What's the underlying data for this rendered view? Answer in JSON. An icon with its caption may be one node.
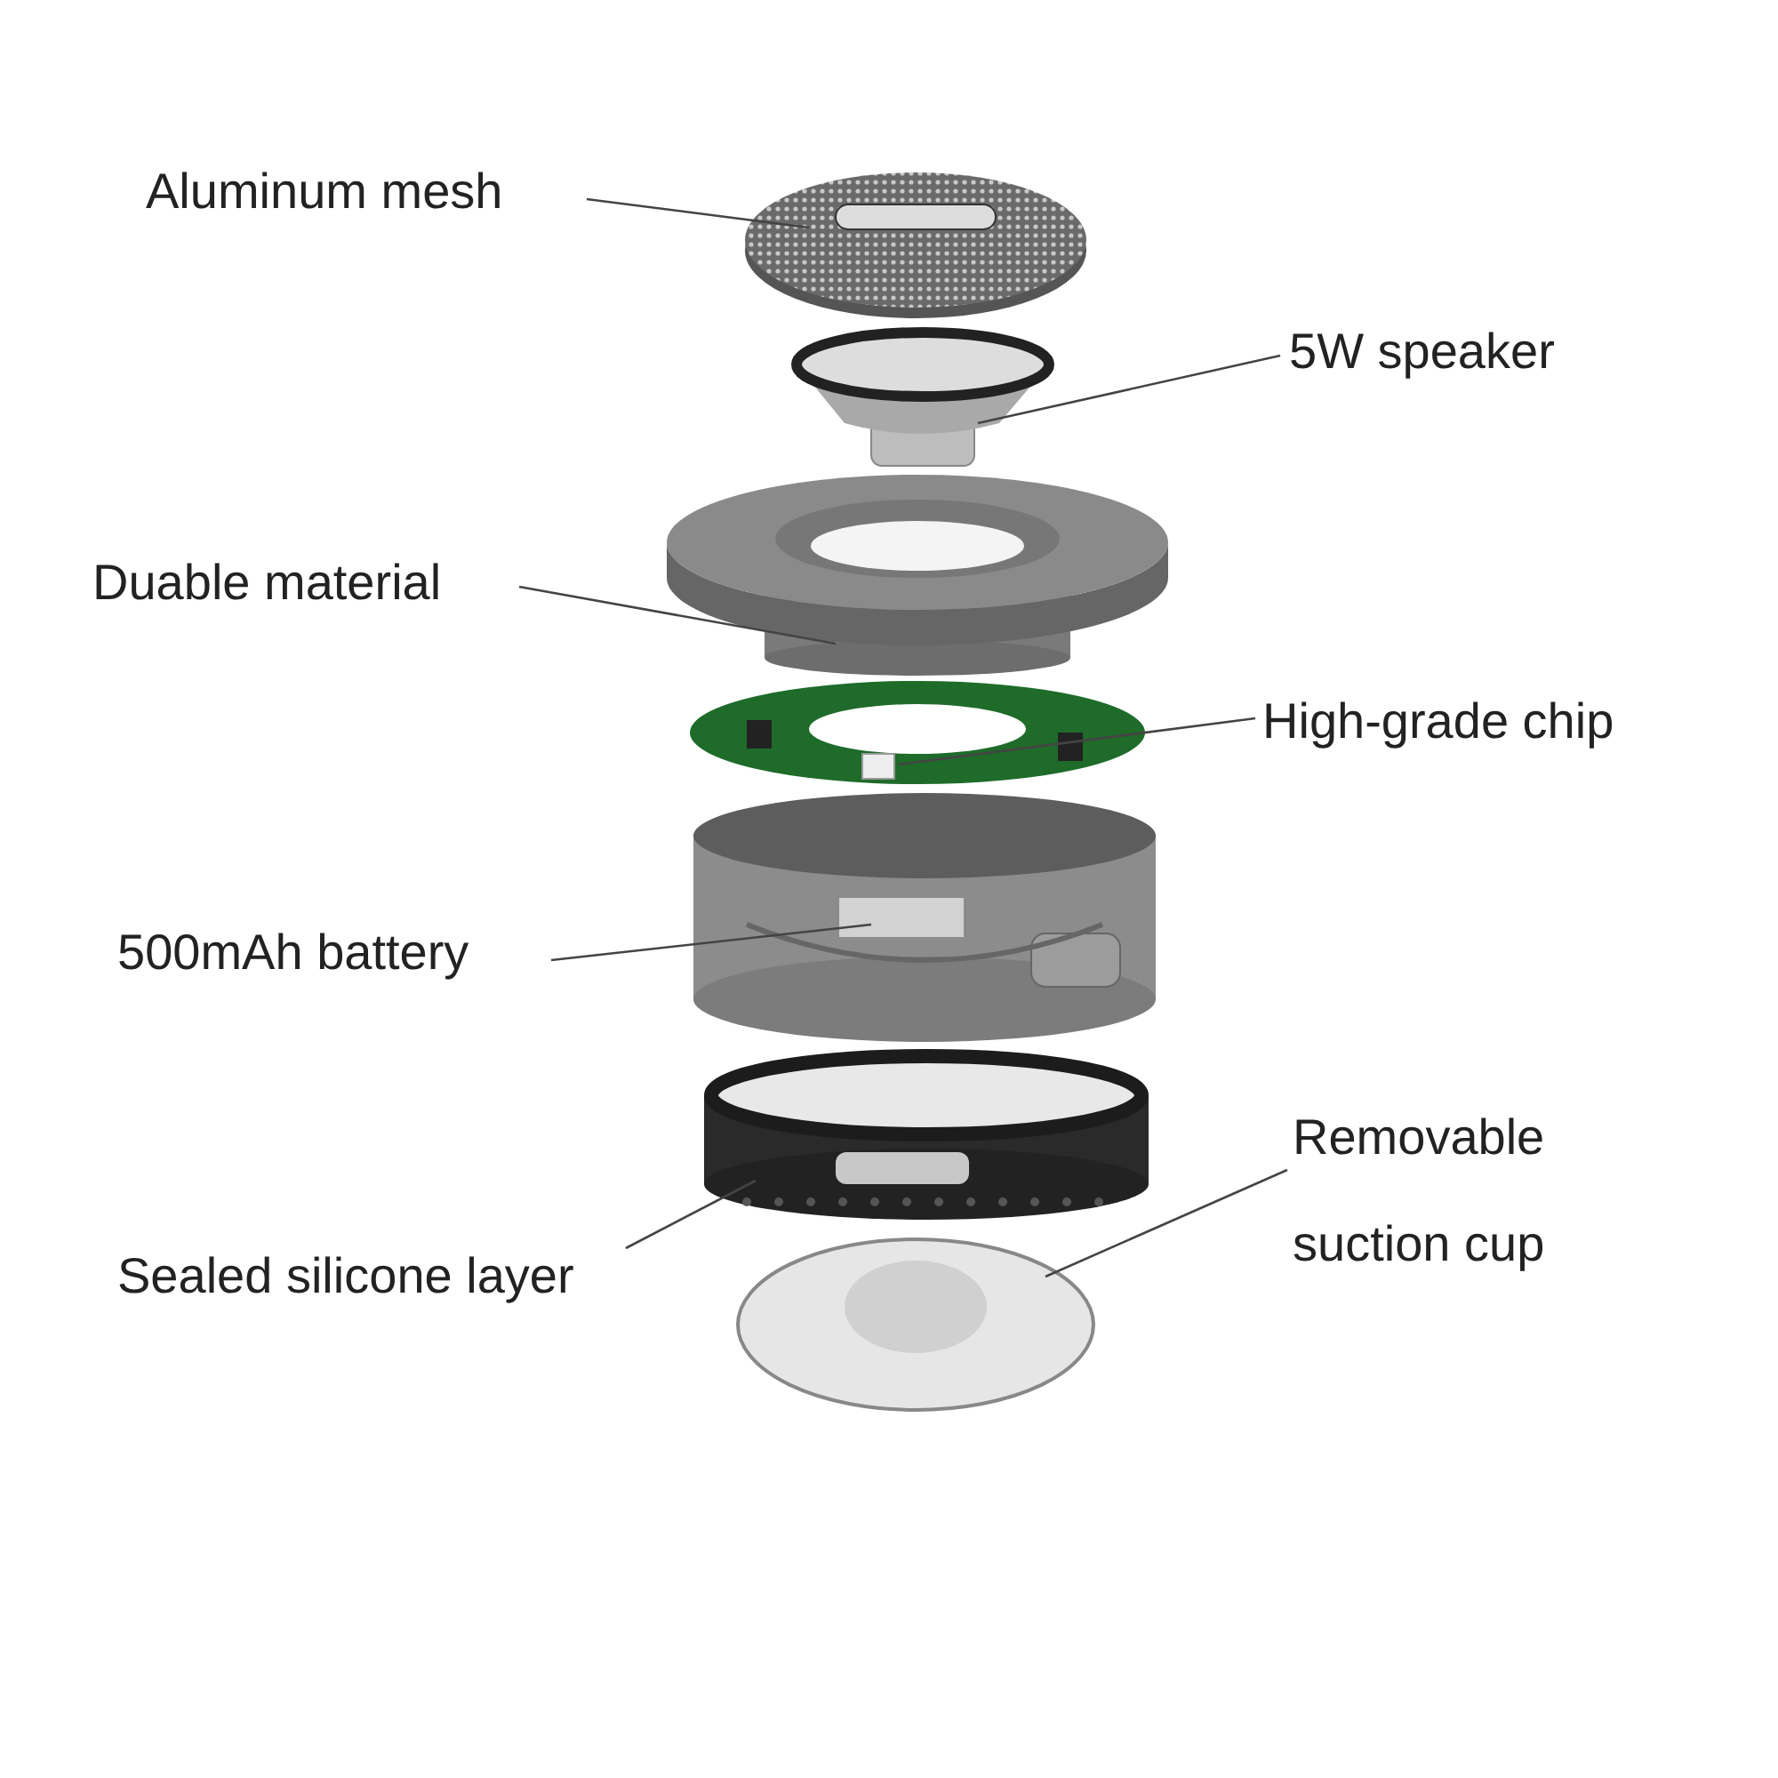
{
  "diagram": {
    "nodes": [
      {
        "text": [
          "Aluminum mesh"
        ]
      },
      {
        "text": [],
        "shape": "picture"
      },
      {
        "text": [
          "5W speaker"
        ]
      },
      {
        "text": [],
        "shape": "picture"
      },
      {
        "text": [
          "Duable material"
        ]
      },
      {
        "text": [],
        "shape": "picture"
      },
      {
        "text": [
          "High-grade chip"
        ]
      },
      {
        "text": [],
        "shape": "picture"
      },
      {
        "text": [
          "500mAh battery"
        ]
      },
      {
        "text": [],
        "shape": "picture"
      },
      {
        "text": [
          "Removable suction cup"
        ]
      },
      {
        "text": [
          "Sealed silicone layer"
        ]
      },
      {
        "text": [],
        "shape": "picture"
      },
      {
        "text": [],
        "shape": "picture"
      }
    ],
    "edges": [
      {
        "from": 0,
        "to": 1,
        "arrow": "none"
      },
      {
        "from": 2,
        "to": 3,
        "arrow": "none"
      },
      {
        "from": 4,
        "to": 5,
        "arrow": "none"
      },
      {
        "from": 6,
        "to": 7,
        "arrow": "none"
      },
      {
        "from": 8,
        "to": 9,
        "arrow": "none"
      },
      {
        "from": 10,
        "to": 13,
        "arrow": "none"
      },
      {
        "from": 11,
        "to": 12,
        "arrow": "none"
      }
    ]
  }
}
